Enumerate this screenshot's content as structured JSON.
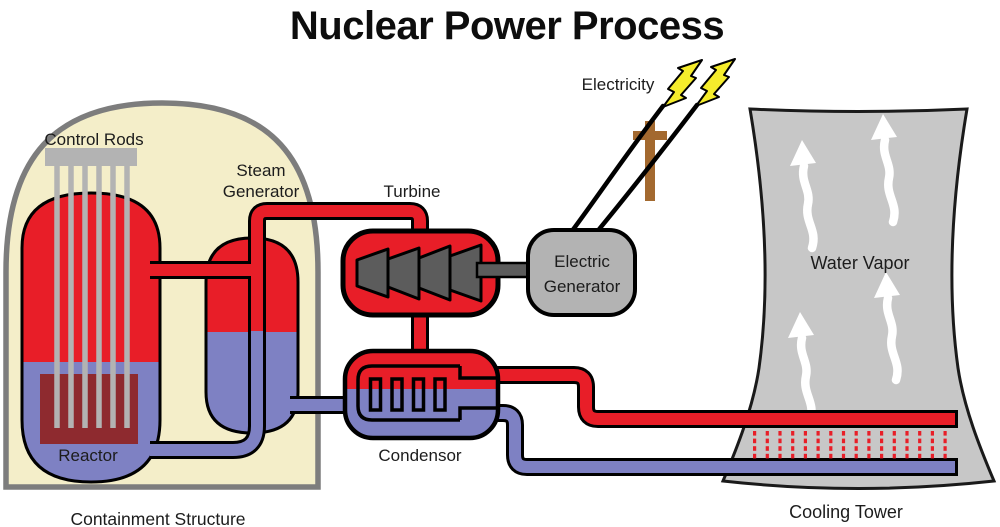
{
  "title": "Nuclear Power Process",
  "labels": {
    "control_rods": "Control Rods",
    "steam_generator_line1": "Steam",
    "steam_generator_line2": "Generator",
    "turbine": "Turbine",
    "electricity": "Electricity",
    "electric_generator_line1": "Electric",
    "electric_generator_line2": "Generator",
    "water_vapor": "Water Vapor",
    "reactor": "Reactor",
    "condensor": "Condensor",
    "containment_structure": "Containment Structure",
    "cooling_tower": "Cooling Tower"
  },
  "colors": {
    "hot": "#e81e28",
    "cold": "#7e81c3",
    "core": "#8e2a2f",
    "containment_fill": "#f4eec9",
    "containment_border": "#7d7d7d",
    "machine_gray": "#b3b3b3",
    "tower_gray": "#c7c7c7",
    "rod_gray": "#b3b3b3",
    "blade_gray": "#5c5c5c",
    "lightning_yellow": "#f5ec2c",
    "pole_brown": "#a3692f",
    "vapor_white": "#ffffff"
  }
}
